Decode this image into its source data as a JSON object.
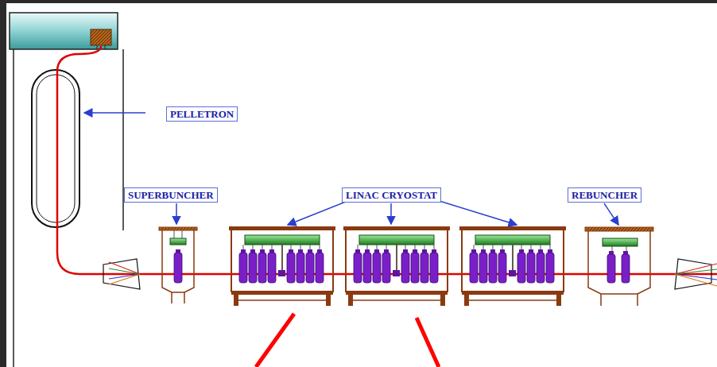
{
  "diagram": {
    "nodes": [
      {
        "text": [
          "PELLETRON"
        ]
      },
      {
        "text": [
          "SUPERBUNCHER"
        ]
      },
      {
        "text": [
          "LINAC CRYOSTAT"
        ]
      },
      {
        "text": [
          "REBUNCHER"
        ]
      }
    ]
  }
}
